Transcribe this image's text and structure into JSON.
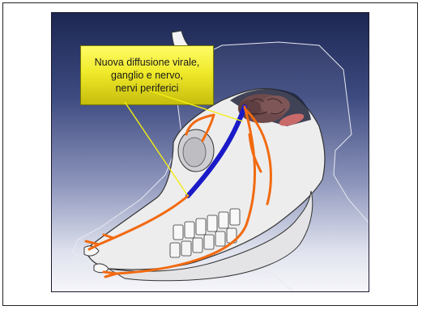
{
  "callout": {
    "lines": [
      "Nuova diffusione virale,",
      "ganglio e nervo,",
      "nervi periferici"
    ]
  },
  "colors": {
    "background_top": "#1c2752",
    "background_bottom": "#f6f6fa",
    "callout_fill": "#f0ea2a",
    "pointer_line": "#f2ee10",
    "peripheral_nerves": "#f26a10",
    "ganglion_nerve": "#1a1ac8",
    "brain": "#6e4a4c"
  },
  "illustration": {
    "subject": "horse-skull-diagram"
  }
}
